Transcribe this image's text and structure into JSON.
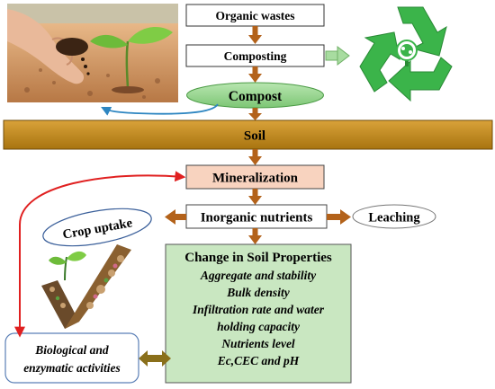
{
  "nodes": {
    "organic_wastes": "Organic wastes",
    "composting": "Composting",
    "compost": "Compost",
    "soil": "Soil",
    "mineralization": "Mineralization",
    "inorganic_nutrients": "Inorganic nutrients",
    "crop_uptake": "Crop uptake",
    "leaching": "Leaching",
    "biological_line1": "Biological and",
    "biological_line2": "enzymatic activities"
  },
  "soil_properties": {
    "title": "Change in Soil Properties",
    "items": [
      "Aggregate and stability",
      "Bulk density",
      "Infiltration rate and water",
      "holding capacity",
      "Nutrients level",
      "Ec,CEC and pH"
    ]
  },
  "images": {
    "top_left": "hands-soil-seedling-photo",
    "top_right": "recycle-symbol-with-tree",
    "bottom_left": "plant-growing-from-compost-checkmark"
  },
  "colors": {
    "soil_bar": "#c08a1c",
    "compost_oval": "#8fd18a",
    "mineralization_box": "#f8d3bf",
    "properties_box": "#c9e7c1",
    "arrow_brown": "#b3621a",
    "arrow_olive": "#8a6f1a",
    "recycle_green": "#3bb44a",
    "curve_red": "#e02020",
    "curve_blue": "#2e86c1"
  }
}
